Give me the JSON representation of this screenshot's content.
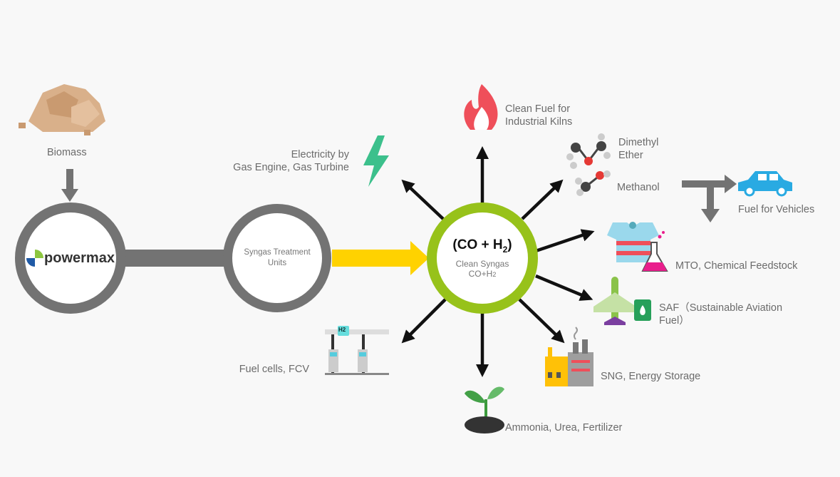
{
  "source": {
    "label": "Biomass"
  },
  "gasifier": {
    "logo_text": "powermax"
  },
  "treatment": {
    "label": "Syngas Treatment Units"
  },
  "syngas": {
    "formula_main": "(CO + H",
    "formula_sub": "2",
    "formula_close": ")",
    "label": "Clean Syngas",
    "formula_small": "CO+H",
    "formula_small_sub": "2"
  },
  "outputs": {
    "kilns": [
      "Clean Fuel for",
      "Industrial Kilns"
    ],
    "electricity": [
      "Electricity by",
      "Gas Engine, Gas Turbine"
    ],
    "dme": [
      "Dimethyl",
      "Ether"
    ],
    "methanol": "Methanol",
    "vehicles": "Fuel for Vehicles",
    "mto": "MTO, Chemical Feedstock",
    "saf": [
      "SAF（Sustainable Aviation",
      "Fuel）"
    ],
    "sng": "SNG, Energy Storage",
    "ammonia": "Ammonia, Urea, Fertilizer",
    "fuelcells": "Fuel cells, FCV",
    "h2_badge": "H2"
  },
  "colors": {
    "grey": "#737373",
    "green": "#97c21a",
    "yellow": "#ffd200",
    "black": "#111111"
  }
}
